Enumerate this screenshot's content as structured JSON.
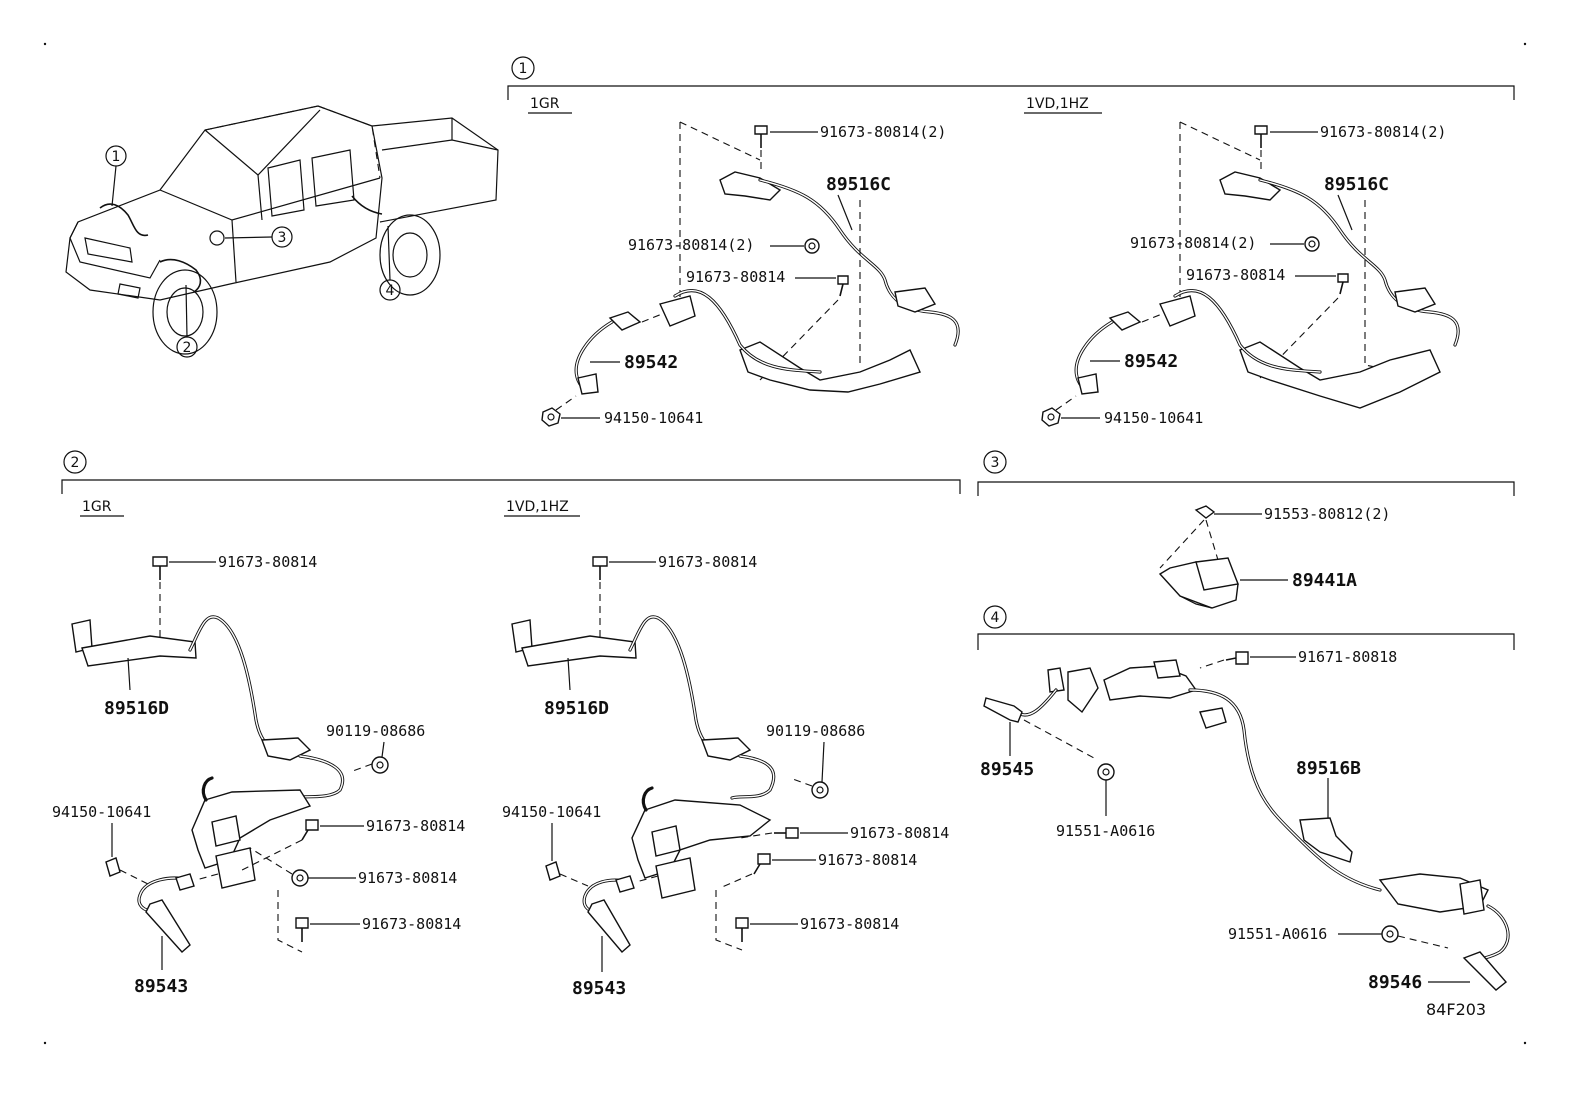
{
  "vehicle_callouts": [
    "1",
    "2",
    "3",
    "4"
  ],
  "section1": {
    "number": "1",
    "variants": [
      {
        "engine": "1GR",
        "labels": {
          "bolt_top": "91673-80814(2)",
          "harness": "89516C",
          "bolt_mid": "91673-80814(2)",
          "bolt_small": "91673-80814",
          "sensor": "89542",
          "nut": "94150-10641"
        }
      },
      {
        "engine": "1VD,1HZ",
        "labels": {
          "bolt_top": "91673-80814(2)",
          "harness": "89516C",
          "bolt_mid": "91673-80814(2)",
          "bolt_small": "91673-80814",
          "sensor": "89542",
          "nut": "94150-10641"
        }
      }
    ]
  },
  "section2": {
    "number": "2",
    "variants": [
      {
        "engine": "1GR",
        "labels": {
          "bolt_top": "91673-80814",
          "harness": "89516D",
          "bolt_cable": "90119-08686",
          "nut": "94150-10641",
          "bolt_a": "91673-80814",
          "bolt_b": "91673-80814",
          "bolt_c": "91673-80814",
          "sensor": "89543"
        }
      },
      {
        "engine": "1VD,1HZ",
        "labels": {
          "bolt_top": "91673-80814",
          "harness": "89516D",
          "bolt_cable": "90119-08686",
          "nut": "94150-10641",
          "bolt_a": "91673-80814",
          "bolt_b": "91673-80814",
          "bolt_c": "91673-80814",
          "sensor": "89543"
        }
      }
    ]
  },
  "section3": {
    "number": "3",
    "labels": {
      "clip": "91553-80812(2)",
      "sensor": "89441A"
    }
  },
  "section4": {
    "number": "4",
    "labels": {
      "bolt_top": "91671-80818",
      "sensor_front": "89545",
      "bolt_front": "91551-A0616",
      "harness": "89516B",
      "bolt_rear": "91551-A0616",
      "sensor_rear": "89546"
    }
  },
  "figure_code": "84F203",
  "colors": {
    "ink": "#111111",
    "paper": "#ffffff"
  }
}
